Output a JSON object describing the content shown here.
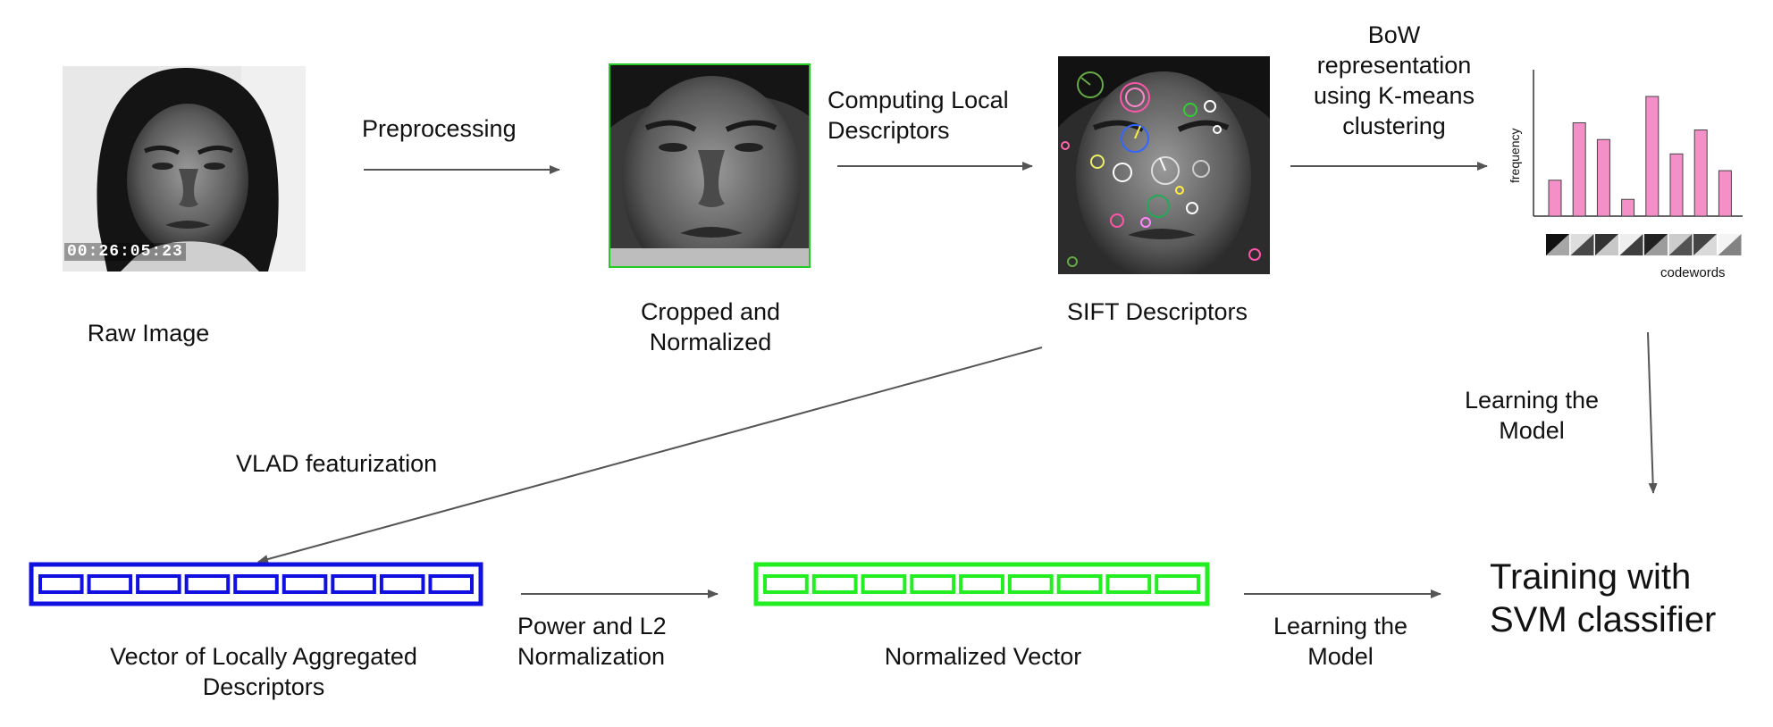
{
  "labels": {
    "raw_image": "Raw Image",
    "preprocessing": "Preprocessing",
    "cropped": [
      "Cropped and",
      "Normalized"
    ],
    "computing": [
      "Computing Local",
      "Descriptors"
    ],
    "sift": "SIFT Descriptors",
    "bow": [
      "BoW",
      "representation",
      "using K-means",
      "clustering"
    ],
    "learning_top": [
      "Learning the",
      "Model"
    ],
    "vlad_featurization": "VLAD featurization",
    "vlad_vector": [
      "Vector of Locally Aggregated",
      "Descriptors"
    ],
    "power_l2": [
      "Power and L2",
      "Normalization"
    ],
    "normalized_vector": "Normalized Vector",
    "learning_bottom": [
      "Learning the",
      "Model"
    ],
    "training": [
      "Training with",
      "SVM classifier"
    ]
  },
  "raw_image_timestamp": "00:26:05:23",
  "histogram": {
    "ylabel": "frequency",
    "xlabel": "codewords",
    "values": [
      0.3,
      0.78,
      0.64,
      0.14,
      1.0,
      0.52,
      0.72,
      0.38
    ],
    "bar_color": "#f58fc8"
  },
  "vectors": {
    "vlad_color": "#1010e0",
    "normalized_color": "#22ee22",
    "cell_count": 9
  },
  "colors": {
    "arrow": "#555555",
    "crop_border": "#22cc22"
  }
}
